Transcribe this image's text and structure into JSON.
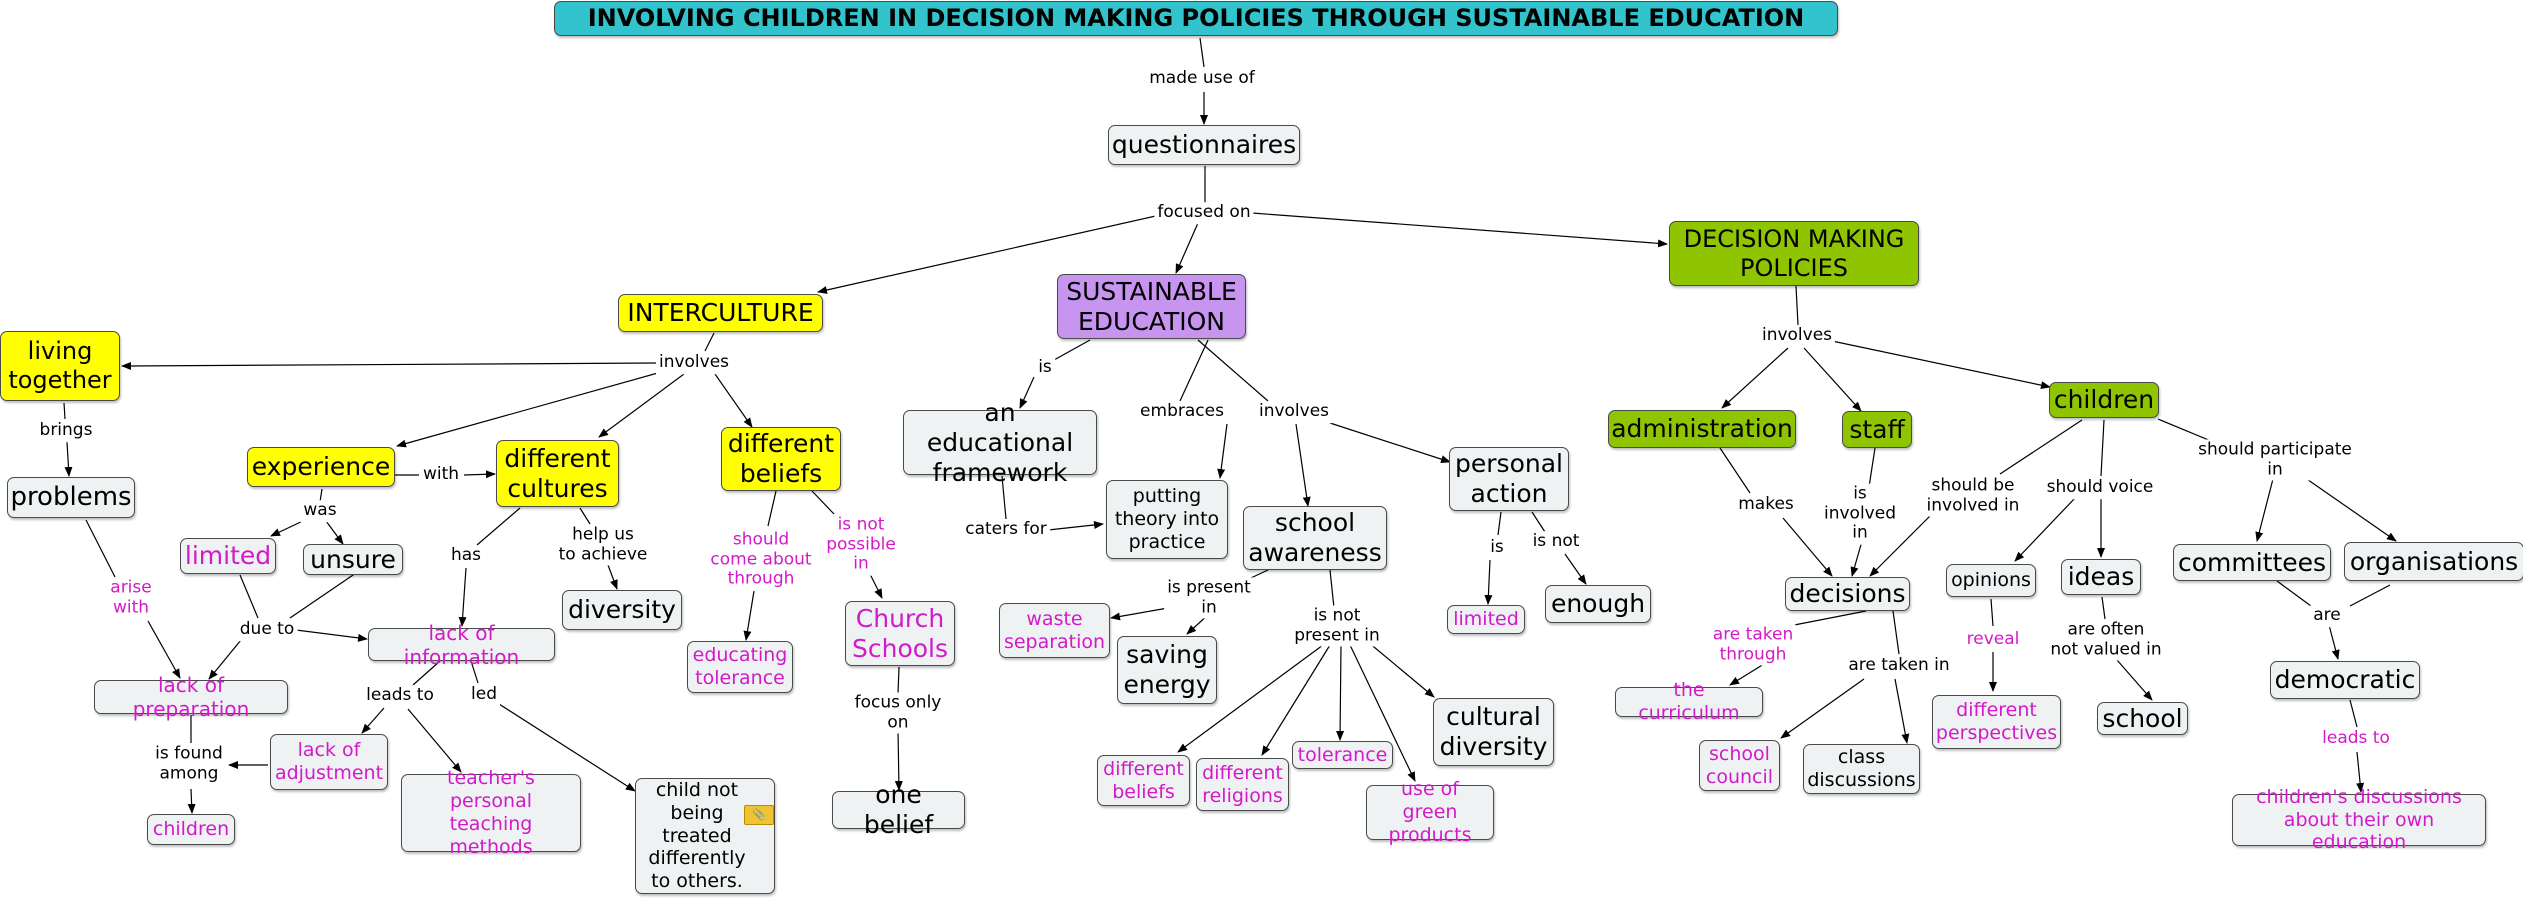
{
  "title": "INVOLVING CHILDREN IN DECISION MAKING POLICIES THROUGH SUSTAINABLE EDUCATION",
  "concepts": {
    "questionnaires": "questionnaires",
    "interculture": "INTERCULTURE",
    "sustainable_education": "SUSTAINABLE EDUCATION",
    "decision_making_policies": "DECISION MAKING POLICIES",
    "living_together": "living together",
    "problems": "problems",
    "experience": "experience",
    "different_cultures": "different cultures",
    "different_beliefs_main": "different beliefs",
    "limited_1": "limited",
    "unsure": "unsure",
    "lack_of_information": "lack of information",
    "lack_of_preparation": "lack of preparation",
    "diversity": "diversity",
    "educating_tolerance": "educating tolerance",
    "church_schools": "Church Schools",
    "one_belief": "one belief",
    "children_small": "children",
    "lack_of_adjustment": "lack of adjustment",
    "teachers_methods": "teacher's personal teaching methods",
    "child_not_treated": "child not being treated differently to others.",
    "educational_framework": "an educational framework",
    "putting_theory": "putting theory into practice",
    "school_awareness": "school awareness",
    "personal_action": "personal action",
    "waste_separation": "waste separation",
    "saving_energy": "saving energy",
    "limited_2": "limited",
    "enough": "enough",
    "cultural_diversity": "cultural diversity",
    "different_beliefs_small": "different beliefs",
    "different_religions": "different religions",
    "tolerance": "tolerance",
    "green_products": "use of green products",
    "administration": "administration",
    "staff": "staff",
    "children_main": "children",
    "decisions": "decisions",
    "opinions": "opinions",
    "ideas": "ideas",
    "committees": "committees",
    "organisations": "organisations",
    "democratic": "democratic",
    "the_curriculum": "the curriculum",
    "school_council": "school council",
    "class_discussions": "class discussions",
    "different_perspectives": "different perspectives",
    "school": "school",
    "childrens_discussions": "children's discussions about their own education"
  },
  "links": {
    "made_use_of": "made use of",
    "focused_on": "focused on",
    "involves_1": "involves",
    "brings": "brings",
    "with": "with",
    "was": "was",
    "has": "has",
    "help_us": "help us\nto achieve",
    "should_come": "should\ncome about\nthrough",
    "is_not_possible": "is not\npossible\nin",
    "arise_with": "arise\nwith",
    "due_to": "due to",
    "leads_to_1": "leads to",
    "led": "led",
    "is_found_among": "is found\namong",
    "focus_only_on": "focus only\non",
    "is_1": "is",
    "embraces": "embraces",
    "involves_2": "involves",
    "caters_for": "caters for",
    "is_present_in": "is present\nin",
    "is_not_present_in": "is not\npresent in",
    "is_2": "is",
    "is_not": "is not",
    "involves_3": "involves",
    "makes": "makes",
    "is_involved_in": "is\ninvolved\nin",
    "should_be_involved": "should be\ninvolved in",
    "should_voice": "should voice",
    "should_participate": "should participate\nin",
    "are_taken_through": "are taken\nthrough",
    "are_taken_in": "are taken in",
    "reveal": "reveal",
    "not_valued": "are often\nnot valued in",
    "are": "are",
    "leads_to_2": "leads to"
  },
  "colors": {
    "title_fill": "#33c3cc",
    "yellow_fill": "#ffff00",
    "green_fill": "#8fc400",
    "purple_fill": "#c794f0",
    "default_fill": "#eef2f3",
    "pink_text": "#d419c9",
    "edge": "#000000"
  },
  "icons": {
    "attachment": "resource-attachment-icon"
  }
}
